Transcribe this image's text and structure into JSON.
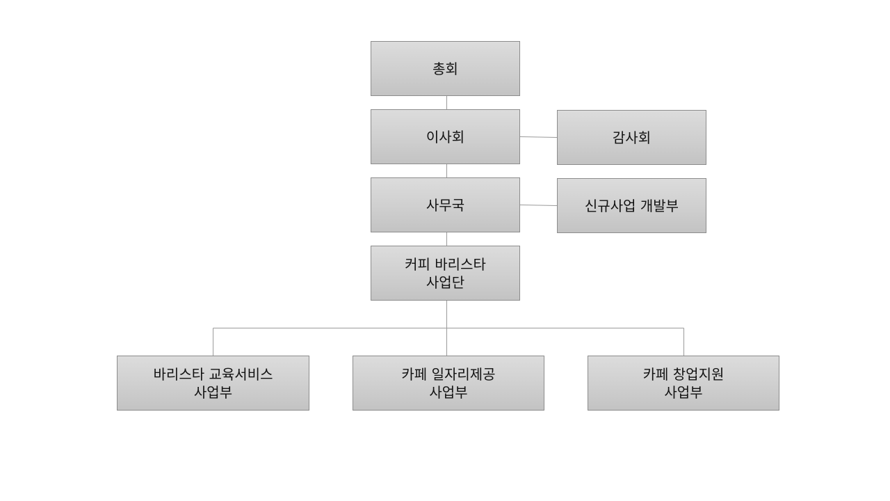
{
  "org_chart": {
    "general_assembly": {
      "lines": [
        "총회"
      ]
    },
    "board_of_directors": {
      "lines": [
        "이사회"
      ]
    },
    "audit_committee": {
      "lines": [
        "감사회"
      ]
    },
    "secretariat": {
      "lines": [
        "사무국"
      ]
    },
    "new_business_dept": {
      "lines": [
        "신규사업 개발부"
      ]
    },
    "barista_business_group": {
      "lines": [
        "커피 바리스타",
        "사업단"
      ]
    },
    "barista_education_dept": {
      "lines": [
        "바리스타 교육서비스",
        "사업부"
      ]
    },
    "cafe_jobs_dept": {
      "lines": [
        "카페 일자리제공",
        "사업부"
      ]
    },
    "cafe_startup_dept": {
      "lines": [
        "카페 창업지원",
        "사업부"
      ]
    }
  },
  "colors": {
    "box_fill": "#cfcfcf",
    "box_border": "#8c8c8c",
    "connector": "#9a9a9a",
    "text": "#111111"
  }
}
